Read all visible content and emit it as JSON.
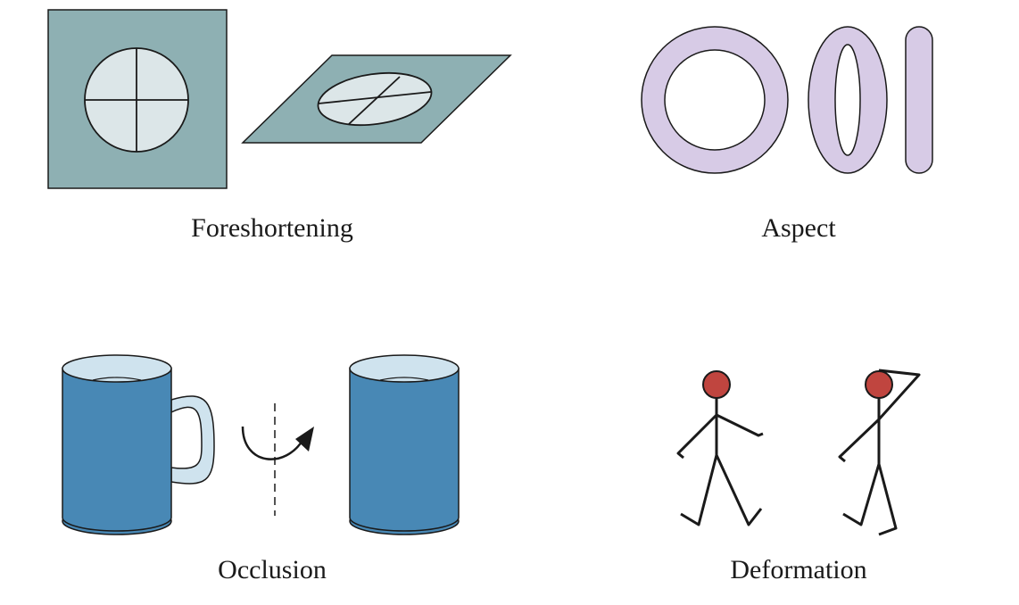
{
  "panels": {
    "foreshortening": {
      "label": "Foreshortening"
    },
    "aspect": {
      "label": "Aspect"
    },
    "occlusion": {
      "label": "Occlusion"
    },
    "deformation": {
      "label": "Deformation"
    }
  },
  "colors": {
    "plate": "#8eb0b3",
    "disc": "#dce6e8",
    "torus": "#d7cbe6",
    "mug_body": "#4888b5",
    "mug_rim": "#cfe3ee",
    "stick_head": "#c0453f",
    "stroke": "#1a1a1a"
  }
}
